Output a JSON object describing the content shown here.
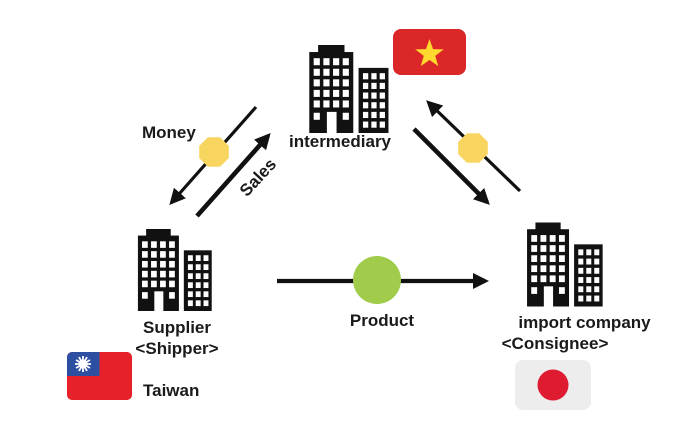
{
  "diagram": {
    "nodes": {
      "intermediary": {
        "label": "intermediary",
        "flag": "vietnam-flag"
      },
      "supplier": {
        "line1": "Supplier",
        "line2": "<Shipper>",
        "country": "Taiwan",
        "flag": "taiwan-flag"
      },
      "importer": {
        "line1": "import company",
        "line2": "<Consignee>",
        "flag": "japan-flag"
      }
    },
    "edges": {
      "money": {
        "label": "Money",
        "marker": "coin-octagon"
      },
      "sales": {
        "label": "Sales"
      },
      "product": {
        "label": "Product",
        "marker": "product-circle"
      }
    }
  },
  "icons": {
    "building": "office-building-icon",
    "money_marker": "coin-octagon-icon",
    "product_marker": "product-circle-icon"
  },
  "colors": {
    "background": "#FFFFFF",
    "arrow": "#111111",
    "text": "#1A1A1A",
    "building": "#111111",
    "coin_yellow": "#F8D55E",
    "product_green": "#A0CB4B",
    "vietnam_red": "#DB2727",
    "vietnam_star": "#FFD92E",
    "taiwan_red": "#E62129",
    "taiwan_blue": "#2D4FA2",
    "taiwan_sun": "#FFFFFF",
    "japan_bg": "#EDEDED",
    "japan_red": "#DF1B32"
  }
}
